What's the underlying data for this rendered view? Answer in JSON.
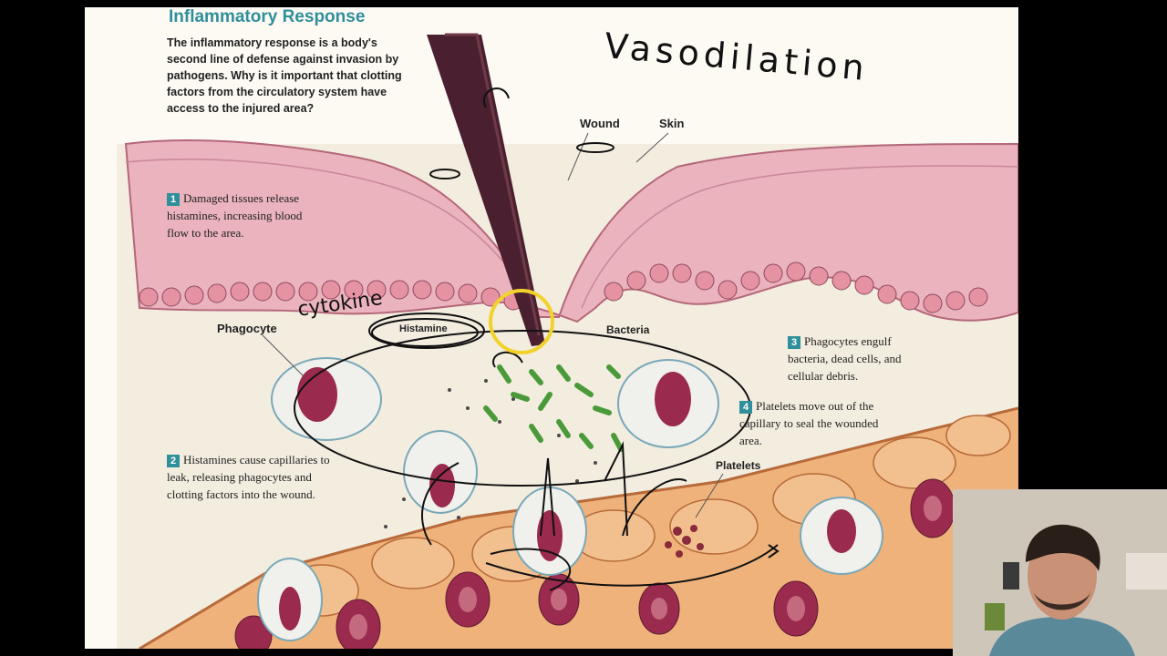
{
  "title": "Inflammatory Response",
  "intro": "The inflammatory response is a body's second line of defense against invasion by pathogens. Why is it important that clotting factors from the circulatory system have access to the injured area?",
  "labels": {
    "wound": "Wound",
    "skin": "Skin",
    "phagocyte": "Phagocyte",
    "histamine": "Histamine",
    "bacteria": "Bacteria",
    "platelets": "Platelets"
  },
  "steps": [
    {
      "num": "1",
      "text": "Damaged tissues release histamines, increasing blood flow to the area."
    },
    {
      "num": "2",
      "text": "Histamines cause capillaries to leak, releasing phagocytes and clotting factors into the wound."
    },
    {
      "num": "3",
      "text": "Phagocytes engulf bacteria, dead cells, and cellular debris."
    },
    {
      "num": "4",
      "text": "Platelets move out of the capillary to seal the wounded area."
    }
  ],
  "annotations": {
    "vasodilation": "Vasodilation",
    "cytokine": "cytokine"
  },
  "colors": {
    "accent": "#2f8f9a",
    "skin": "#e8a9b4",
    "vessel": "#e8a870",
    "cell": "#9b2a4f",
    "bacteria": "#4a9a3a",
    "highlight": "#f2d22a"
  }
}
